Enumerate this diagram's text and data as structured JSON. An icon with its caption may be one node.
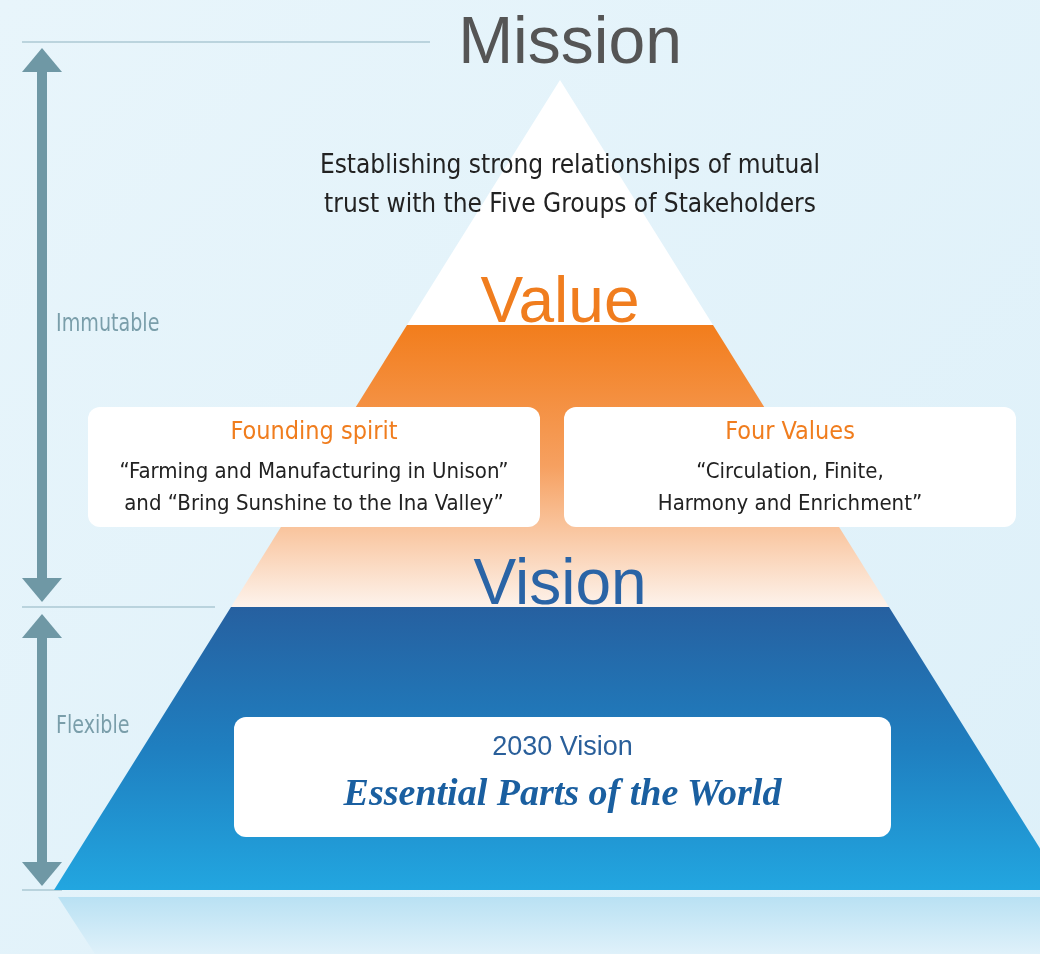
{
  "diagram": {
    "nodes": [
      {
        "text": [
          "Mission",
          "Establishing strong relationships of mutual trust with the Five Groups of Stakeholders"
        ]
      },
      {
        "text": [],
        "shape": "trapezoid"
      },
      {
        "text": [
          "Founding spirit",
          "“Farming and Manufacturing in Unison” and “Bring Sunshine to the Ina Valley”"
        ]
      },
      {
        "text": [
          "Four Values",
          "“Circulation, Finite, Harmony and Enrichment”"
        ]
      },
      {
        "text": [],
        "shape": "trapezoid"
      },
      {
        "text": [
          "2030 Vision",
          "Essential Parts of the World"
        ],
        "in": 4
      }
    ],
    "labels": [
      "Value",
      "Immutable",
      "Vision",
      "Flexible"
    ]
  }
}
